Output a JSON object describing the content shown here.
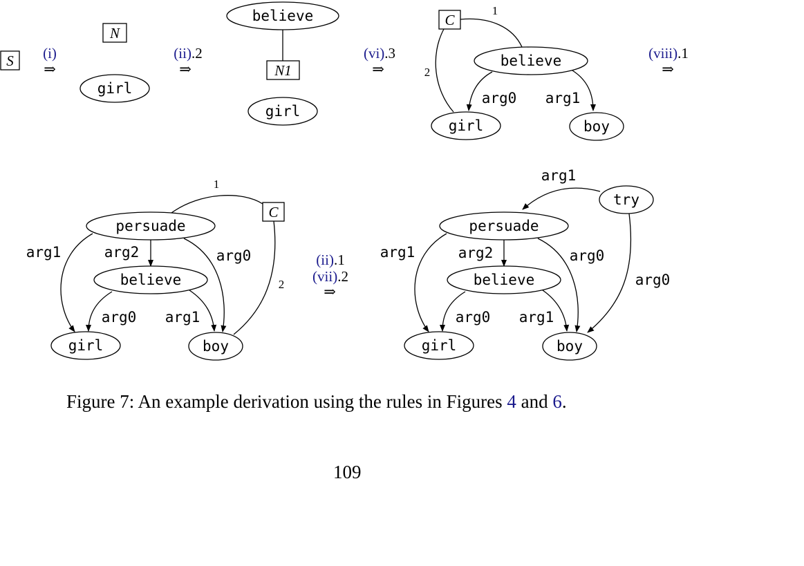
{
  "diagram": {
    "nonterminals": {
      "S": "S",
      "N": "N",
      "N1": "N1",
      "C": "C"
    },
    "nodes": {
      "girl": "girl",
      "believe": "believe",
      "boy": "boy",
      "persuade": "persuade",
      "try": "try"
    },
    "edge_labels": {
      "arg0": "arg0",
      "arg1": "arg1",
      "arg2": "arg2",
      "one": "1",
      "two": "2"
    },
    "steps": {
      "s1_rule": "(i)",
      "s2_rule": "(ii)",
      "s2_suffix": ".2",
      "s3_rule": "(vi)",
      "s3_suffix": ".3",
      "s4_rule": "(viii)",
      "s4_suffix": ".1",
      "s5_rule_a": "(ii)",
      "s5_suffix_a": ".1",
      "s5_rule_b": "(vii)",
      "s5_suffix_b": ".2",
      "arrow": "⇒"
    }
  },
  "caption": {
    "prefix": "Figure 7:  An example derivation using the rules in Figures ",
    "ref1": "4",
    "middle": " and ",
    "ref2": "6",
    "suffix": "."
  },
  "page_number": "109",
  "colors": {
    "link_blue": "#1a1a8c"
  }
}
